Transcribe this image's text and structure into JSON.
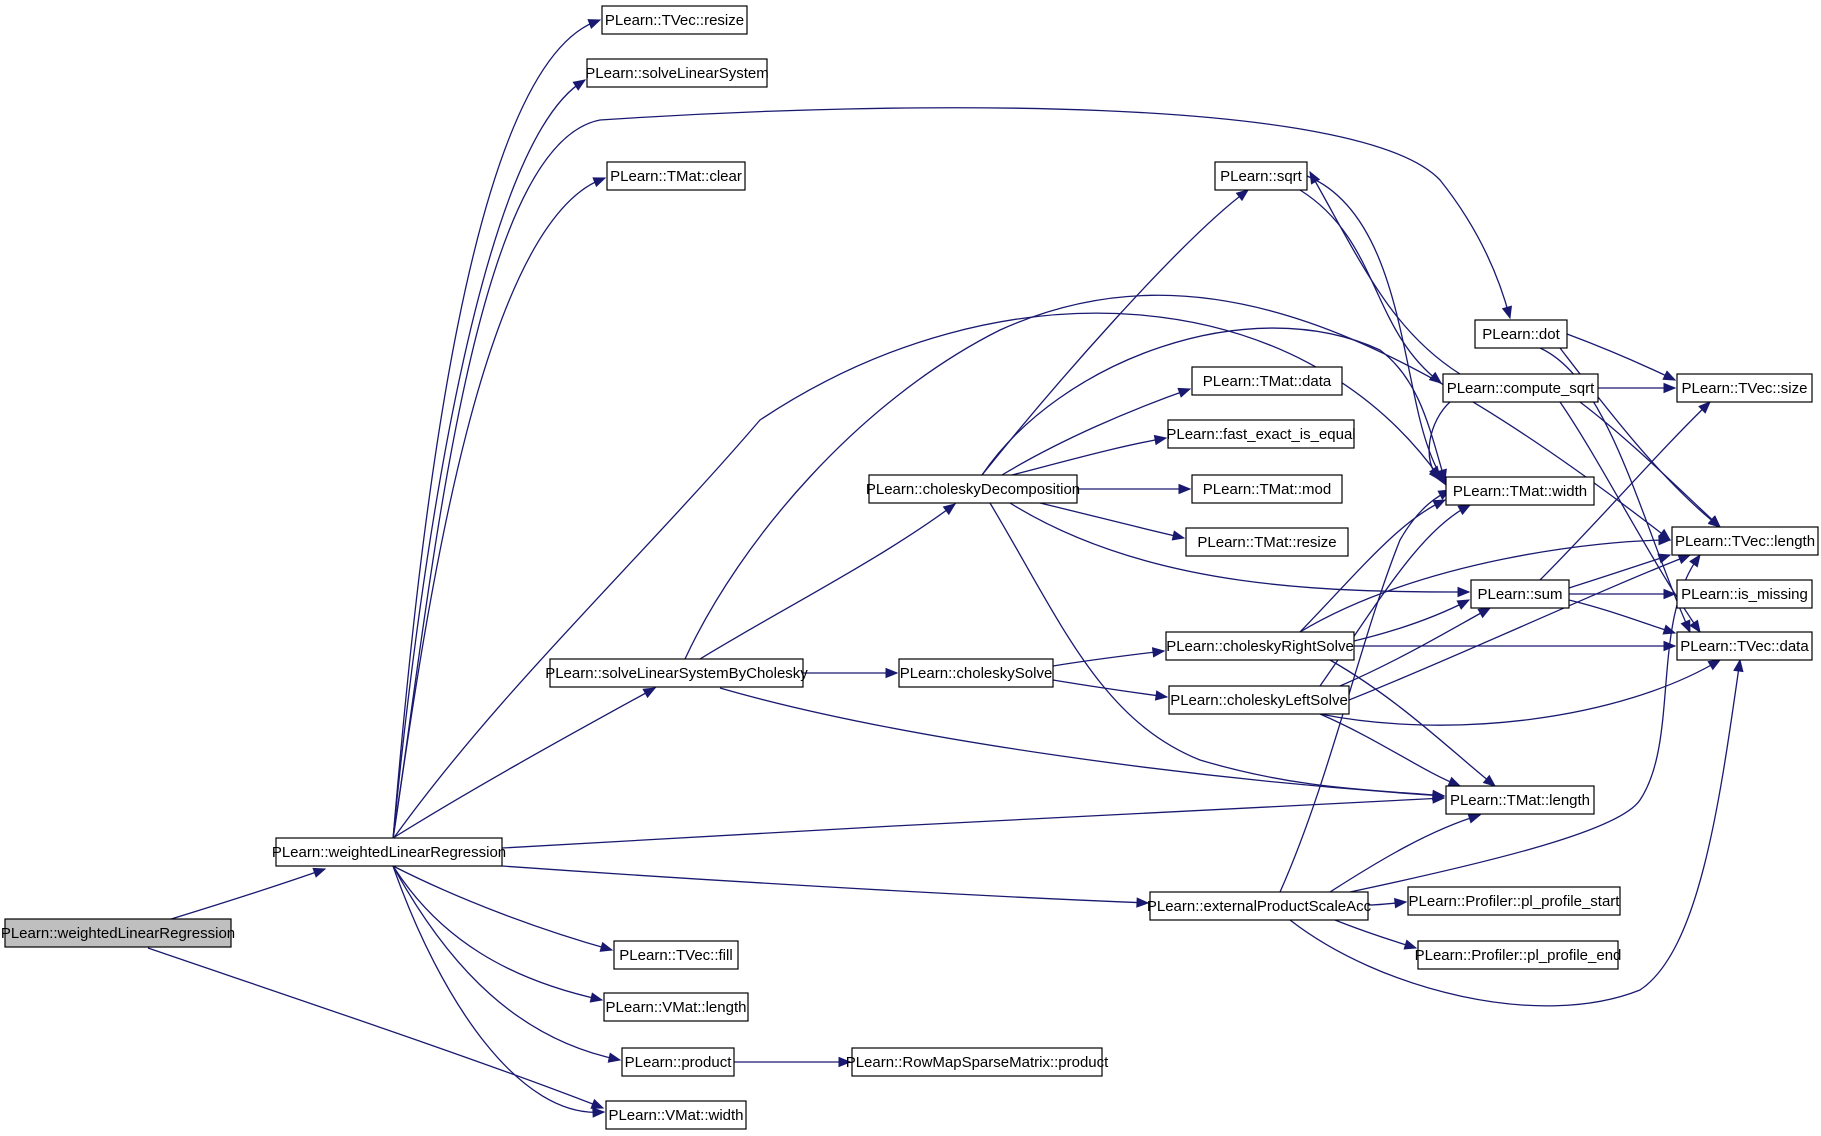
{
  "nodes": {
    "root": "PLearn::weightedLinearRegression",
    "wlr": "PLearn::weightedLinearRegression",
    "tvec_resize": "PLearn::TVec::resize",
    "solve_linsys": "PLearn::solveLinearSystem",
    "tmat_clear": "PLearn::TMat::clear",
    "sqrt": "PLearn::sqrt",
    "dot": "PLearn::dot",
    "compute_sqrt": "PLearn::compute_sqrt",
    "tvec_size": "PLearn::TVec::size",
    "tmat_data": "PLearn::TMat::data",
    "fast_exact": "PLearn::fast_exact_is_equal",
    "chol_decomp": "PLearn::choleskyDecomposition",
    "tmat_mod": "PLearn::TMat::mod",
    "tmat_width": "PLearn::TMat::width",
    "tmat_resize": "PLearn::TMat::resize",
    "tvec_length": "PLearn::TVec::length",
    "sum": "PLearn::sum",
    "is_missing": "PLearn::is_missing",
    "chol_right": "PLearn::choleskyRightSolve",
    "tvec_data": "PLearn::TVec::data",
    "solve_chol": "PLearn::solveLinearSystemByCholesky",
    "chol_solve": "PLearn::choleskySolve",
    "chol_left": "PLearn::choleskyLeftSolve",
    "tmat_length": "PLearn::TMat::length",
    "ext_prod": "PLearn::externalProductScaleAcc",
    "prof_start": "PLearn::Profiler::pl_profile_start",
    "prof_end": "PLearn::Profiler::pl_profile_end",
    "tvec_fill": "PLearn::TVec::fill",
    "vmat_length": "PLearn::VMat::length",
    "product": "PLearn::product",
    "rowmap_product": "PLearn::RowMapSparseMatrix::product",
    "vmat_width": "PLearn::VMat::width"
  },
  "colors": {
    "edge": "#191970",
    "root_fill": "#bfbfbf",
    "node_fill": "#ffffff",
    "border": "#000000"
  }
}
